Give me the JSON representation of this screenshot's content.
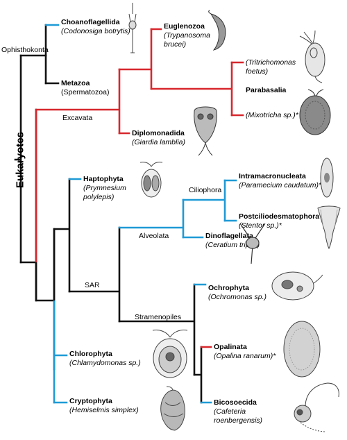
{
  "root": "Eukaryotes",
  "colors": {
    "blue": "#1e9ad6",
    "red": "#d7272d",
    "black": "#111111"
  },
  "clades": {
    "ophisthokonta": "Ophisthokonta",
    "excavata": "Excavata",
    "ciliophora": "Ciliophora",
    "alveolata": "Alveolata",
    "sar": "SAR",
    "stramenopiles": "Stramenopiles"
  },
  "taxa": [
    {
      "name": "Choanoflagellida",
      "example": [
        "(Codonosiga botrytis)"
      ],
      "illustration": "choanoflagellate-icon"
    },
    {
      "name": "Metazoa",
      "example": [
        "(Spermatozoa)"
      ],
      "illustration": ""
    },
    {
      "name": "Euglenozoa",
      "example": [
        "(Trypanosoma",
        "brucei)"
      ],
      "illustration": "trypanosoma-icon"
    },
    {
      "name": "",
      "example": [
        "(Tritrichomonas",
        "foetus)"
      ],
      "illustration": "tritrichomonas-icon"
    },
    {
      "name": "Parabasalia",
      "example": [],
      "illustration": ""
    },
    {
      "name": "",
      "example": [
        "(Mixotricha sp.)*"
      ],
      "illustration": "mixotricha-icon"
    },
    {
      "name": "Diplomonadida",
      "example": [
        "(Giardia lamblia)"
      ],
      "illustration": "giardia-icon"
    },
    {
      "name": "Haptophyta",
      "example": [
        "(Prymnesium",
        "polylepis)"
      ],
      "illustration": "prymnesium-icon"
    },
    {
      "name": "Intramacronucleata",
      "example": [
        "(Paramecium caudatum)*"
      ],
      "illustration": "paramecium-icon"
    },
    {
      "name": "Postciliodesmatophora",
      "example": [
        "(Stentor sp.)*"
      ],
      "illustration": "stentor-icon"
    },
    {
      "name": "Dinoflagellata",
      "example": [
        "(Ceratium tripos)"
      ],
      "illustration": "ceratium-icon"
    },
    {
      "name": "Ochrophyta",
      "example": [
        "(Ochromonas sp.)"
      ],
      "illustration": "ochromonas-icon"
    },
    {
      "name": "Opalinata",
      "example": [
        "(Opalina ranarum)*"
      ],
      "illustration": "opalina-icon"
    },
    {
      "name": "Bicosoecida",
      "example": [
        "(Cafeteria",
        "roenbergensis)"
      ],
      "illustration": "cafeteria-icon"
    },
    {
      "name": "Chlorophyta",
      "example": [
        "(Chlamydomonas sp.)"
      ],
      "illustration": "chlamydomonas-icon"
    },
    {
      "name": "Cryptophyta",
      "example": [
        "(Hemiselmis simplex)"
      ],
      "illustration": "hemiselmis-icon"
    }
  ]
}
